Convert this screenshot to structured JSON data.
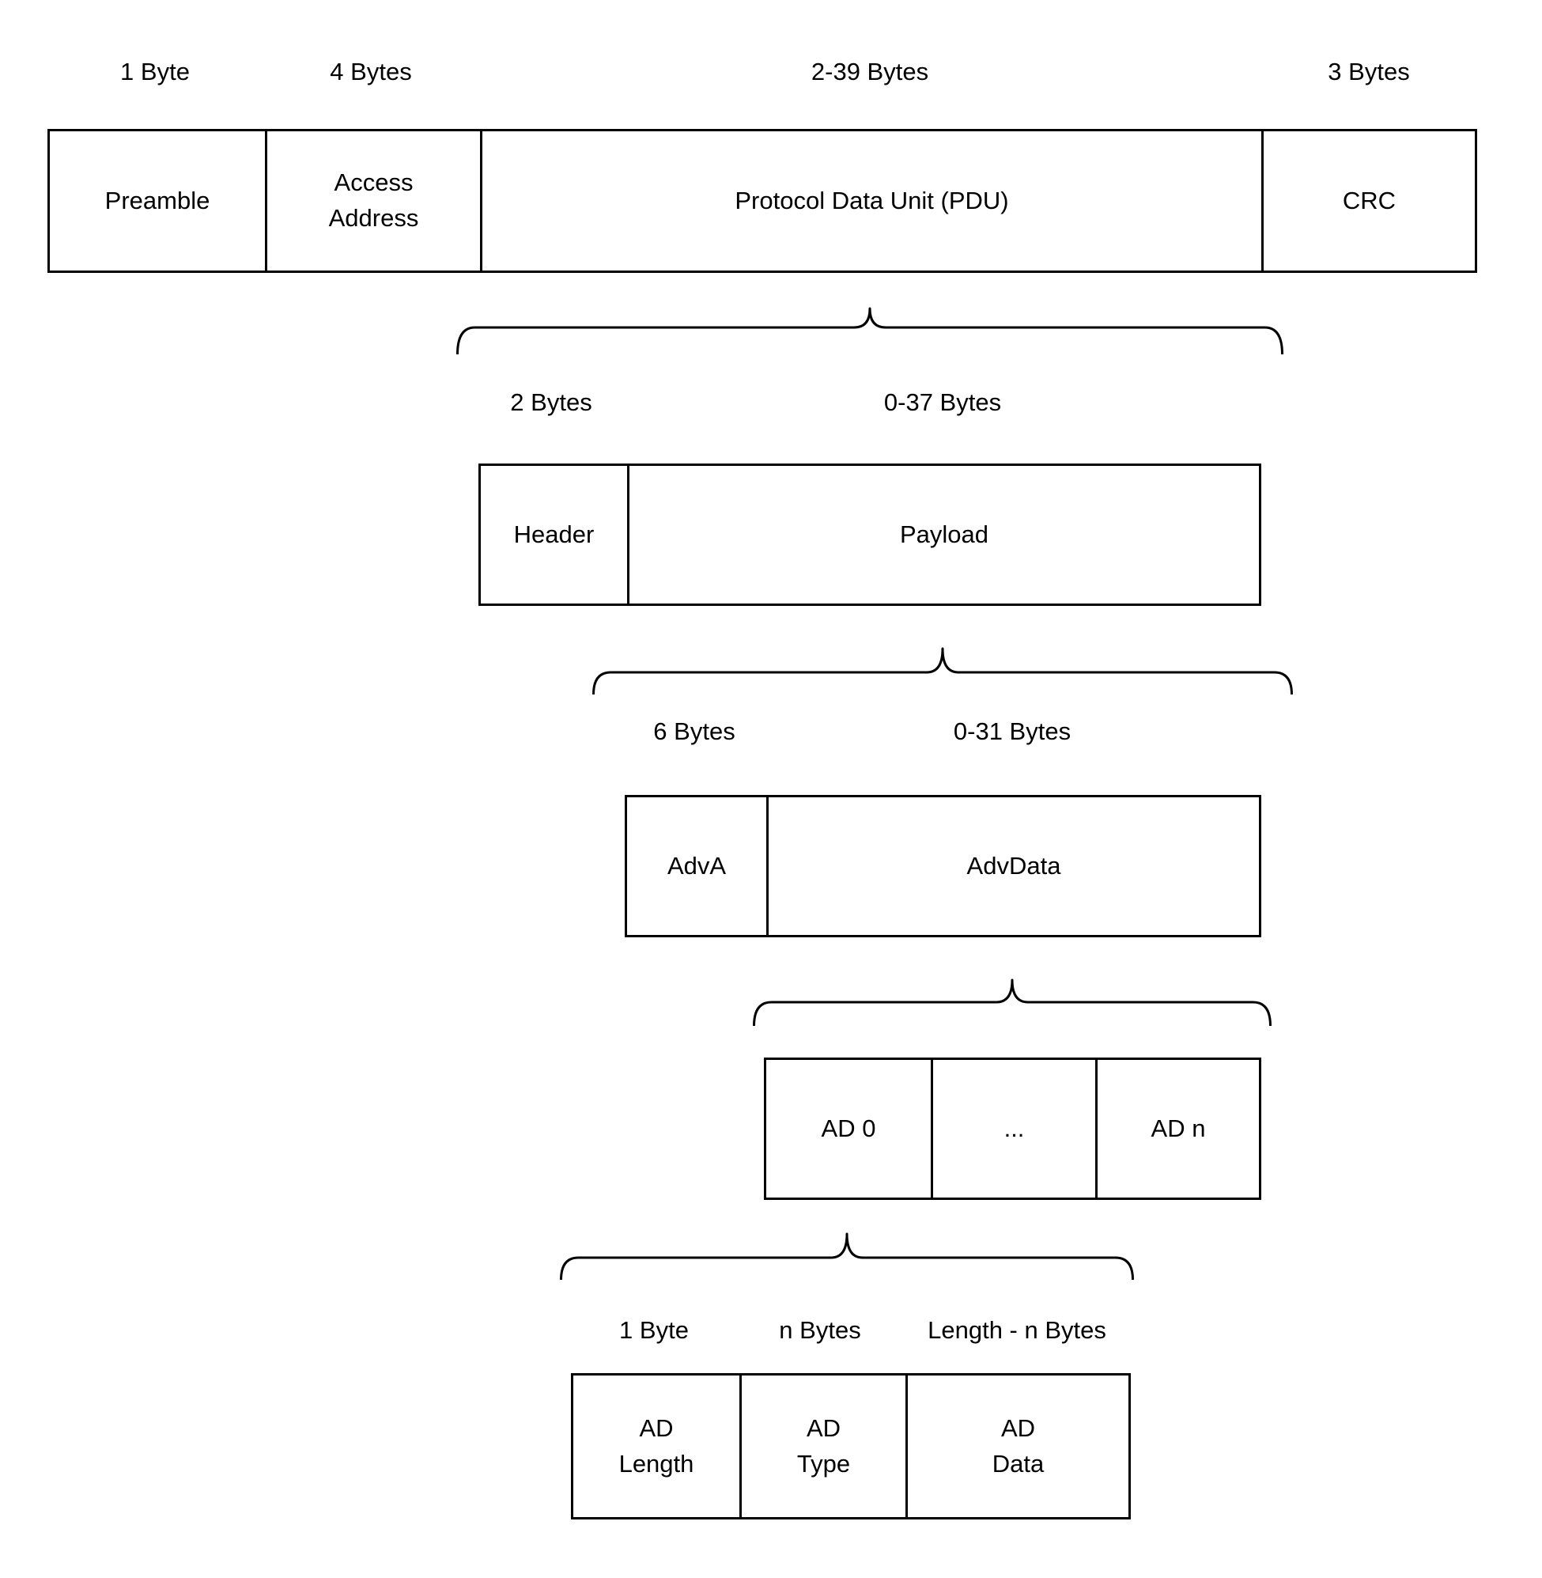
{
  "diagram": {
    "background_color": "#ffffff",
    "line_color": "#000000",
    "text_color": "#000000",
    "levels": [
      {
        "name": "packet",
        "size_labels": [
          "1 Byte",
          "4 Bytes",
          "2-39 Bytes",
          "3 Bytes"
        ],
        "cells": [
          "Preamble",
          "Access\nAddress",
          "Protocol Data Unit (PDU)",
          "CRC"
        ]
      },
      {
        "name": "pdu",
        "size_labels": [
          "2 Bytes",
          "0-37 Bytes"
        ],
        "cells": [
          "Header",
          "Payload"
        ]
      },
      {
        "name": "payload",
        "size_labels": [
          "6 Bytes",
          "0-31 Bytes"
        ],
        "cells": [
          "AdvA",
          "AdvData"
        ]
      },
      {
        "name": "advdata",
        "size_labels": [],
        "cells": [
          "AD 0",
          "...",
          "AD n"
        ]
      },
      {
        "name": "ad_structure",
        "size_labels": [
          "1 Byte",
          "n Bytes",
          "Length - n Bytes"
        ],
        "cells": [
          "AD\nLength",
          "AD\nType",
          "AD\nData"
        ]
      }
    ]
  }
}
